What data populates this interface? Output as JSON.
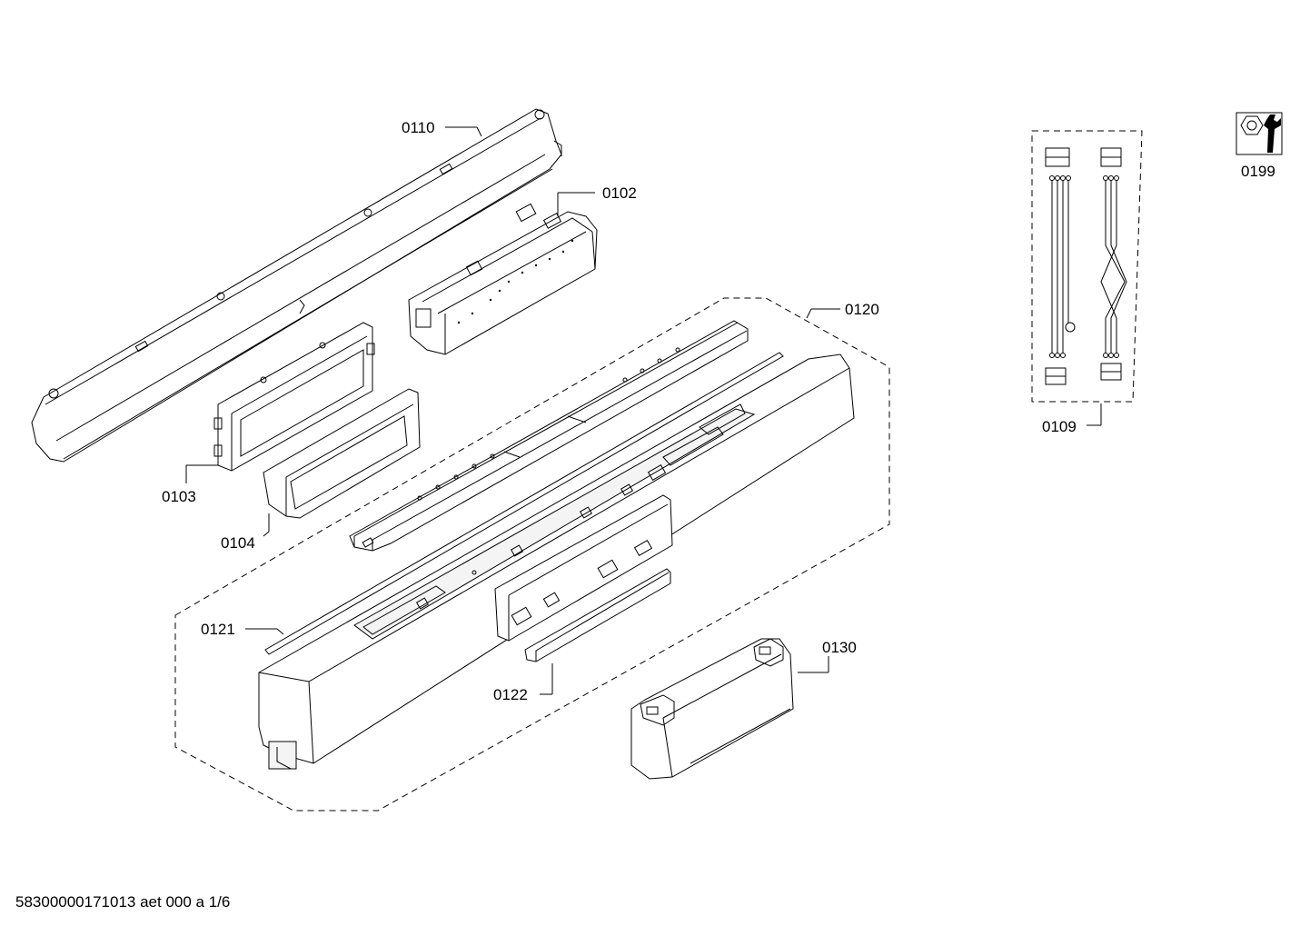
{
  "parts": {
    "p0110": "0110",
    "p0102": "0102",
    "p0120": "0120",
    "p0103": "0103",
    "p0104": "0104",
    "p0121": "0121",
    "p0122": "0122",
    "p0130": "0130",
    "p0109": "0109",
    "p0199": "0199"
  },
  "footer": {
    "doc_id": "58300000171013 aet 000 a 1/6"
  },
  "icons": {
    "service_tool": "wrench-nut-icon"
  }
}
